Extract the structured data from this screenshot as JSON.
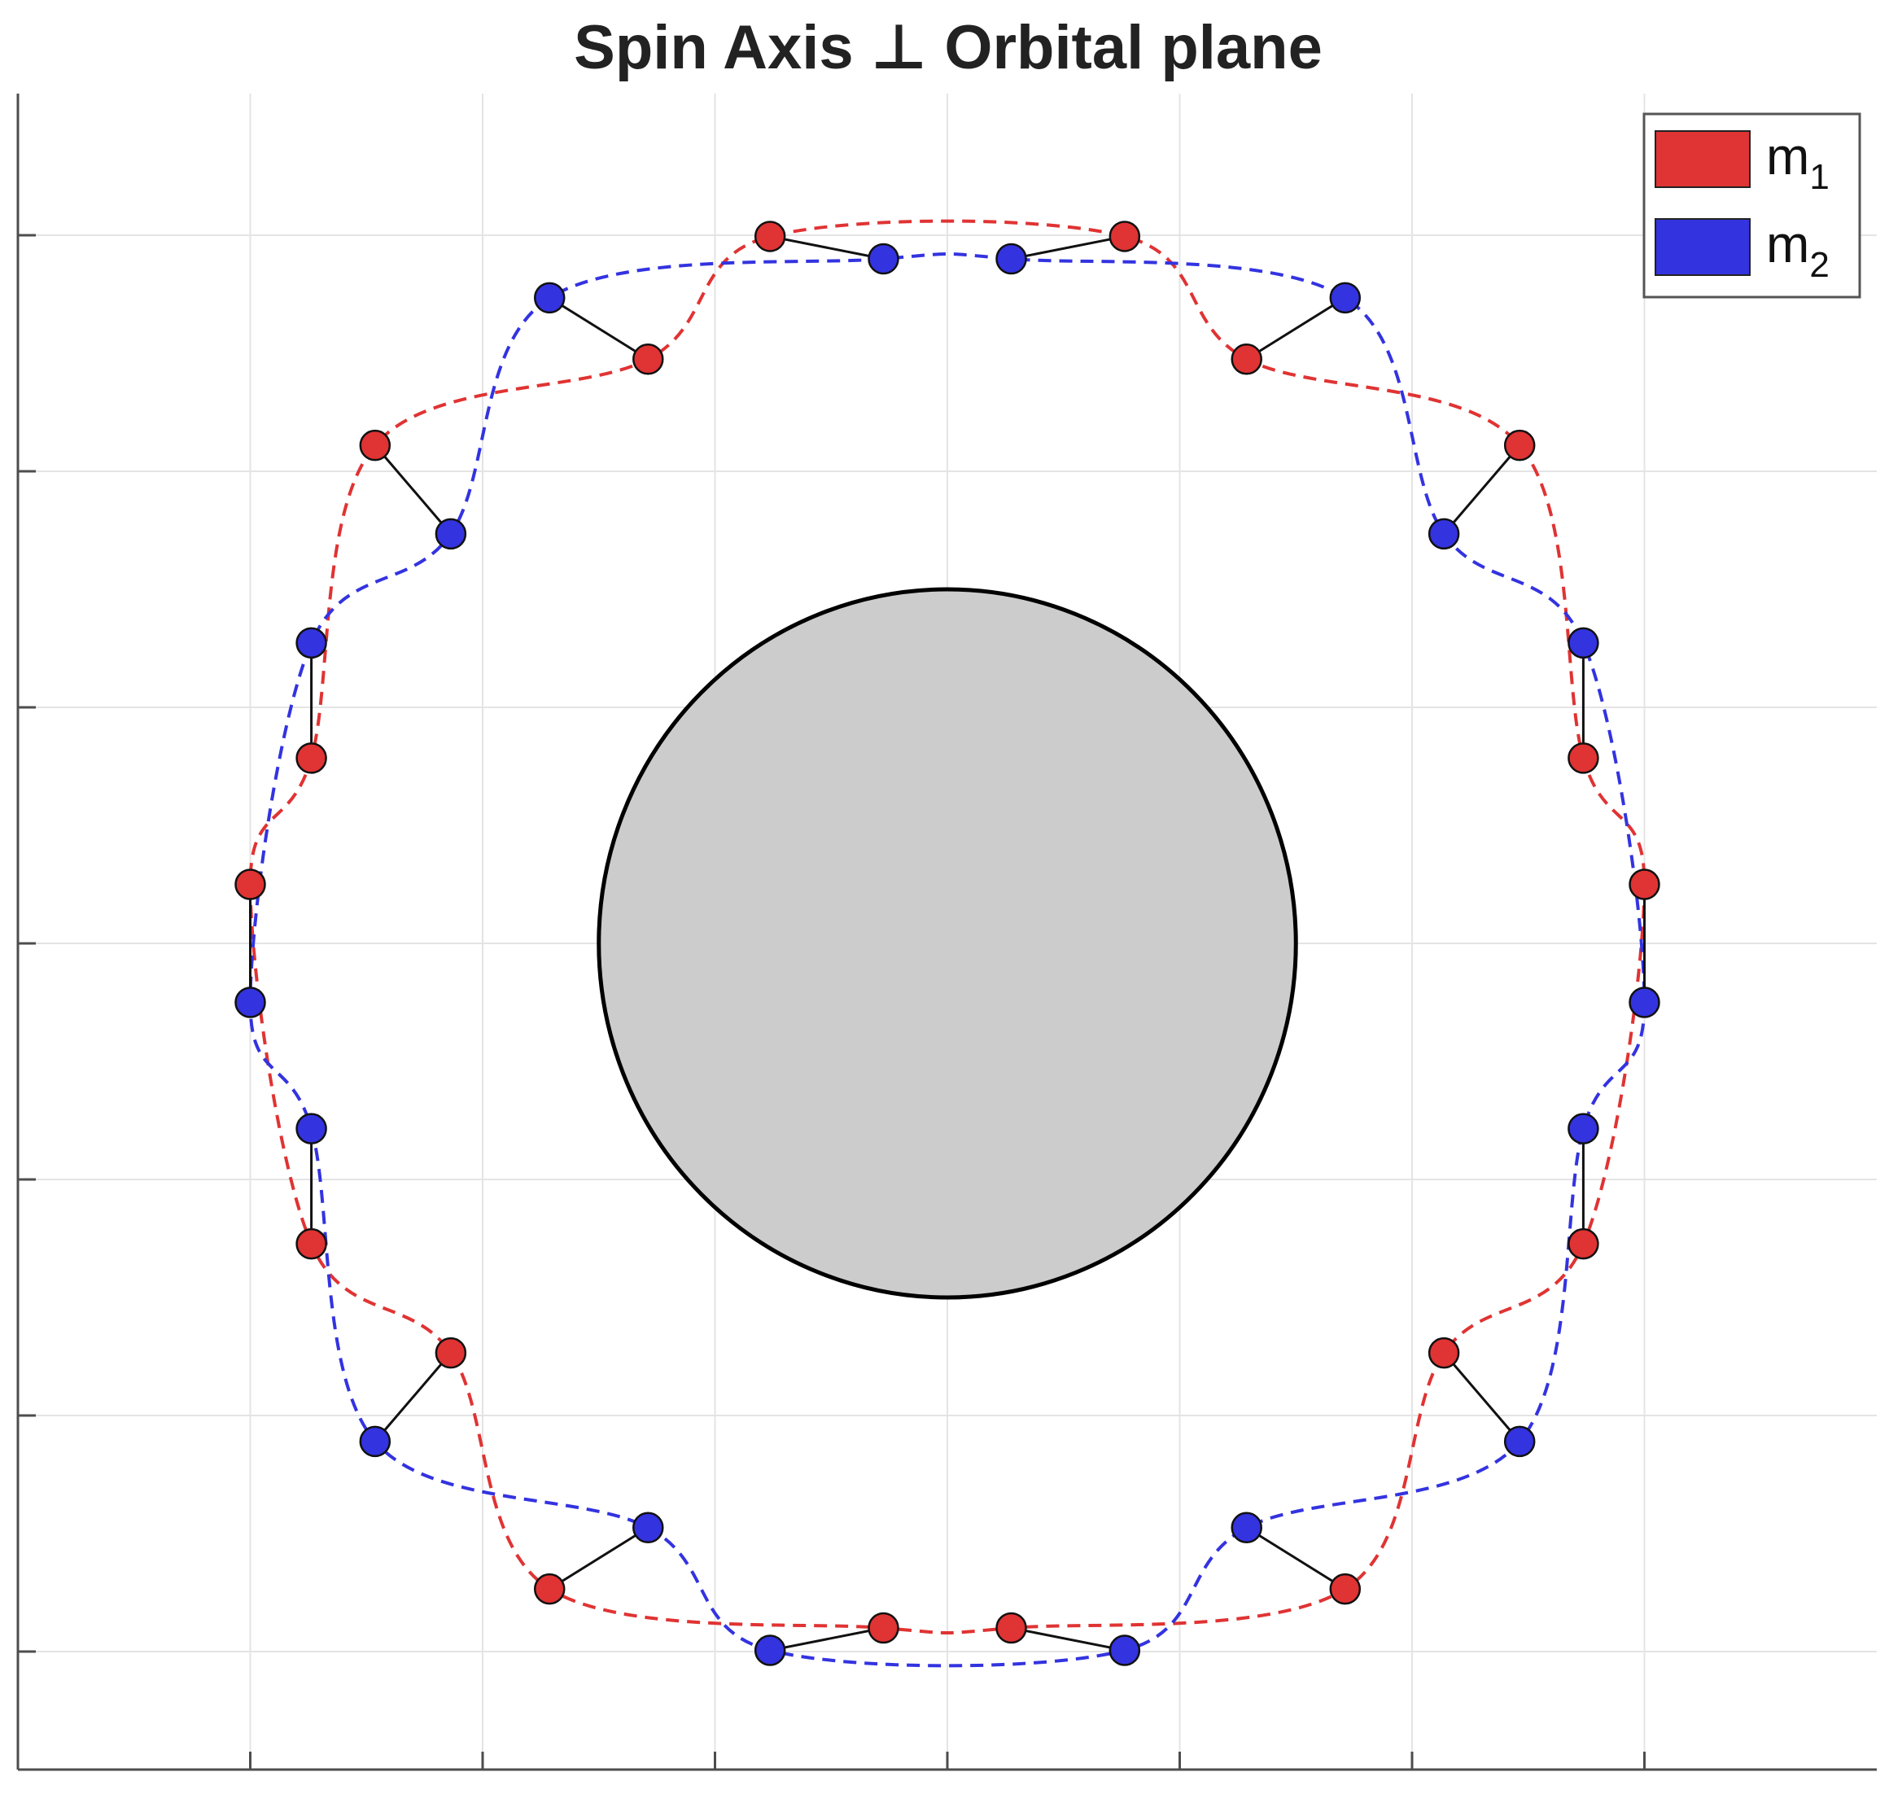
{
  "chart_data": {
    "type": "scatter",
    "title": "Spin Axis ⊥ Orbital plane",
    "xlabel": "",
    "ylabel": "",
    "xlim": [
      -4,
      4
    ],
    "ylim": [
      -3.5,
      3.6
    ],
    "xticks": [
      -3,
      -2,
      -1,
      0,
      1,
      2,
      3
    ],
    "yticks": [
      -3,
      -2,
      -1,
      0,
      1,
      2,
      3
    ],
    "grid": true,
    "tick_labels_shown": false,
    "legend": {
      "placement": "top-right",
      "entries": [
        {
          "base": "m",
          "sub": "1",
          "color": "#e03333"
        },
        {
          "base": "m",
          "sub": "2",
          "color": "#3333e0"
        }
      ]
    },
    "central_body": {
      "center": [
        0,
        0
      ],
      "radius": 1.5,
      "fill": "#cccccc",
      "stroke": "#000000"
    },
    "series": [
      {
        "name": "m1",
        "color": "#e03333",
        "points": [
          [
            3.0,
            0.25
          ],
          [
            2.737,
            -1.273
          ],
          [
            2.137,
            -1.735
          ],
          [
            1.712,
            -2.735
          ],
          [
            0.275,
            -2.9
          ],
          [
            -0.275,
            -2.9
          ],
          [
            -1.712,
            -2.735
          ],
          [
            -2.137,
            -1.735
          ],
          [
            -2.737,
            -1.273
          ],
          [
            -3.0,
            0.25
          ],
          [
            -2.737,
            0.785
          ],
          [
            -2.463,
            2.11
          ],
          [
            -1.288,
            2.475
          ],
          [
            -0.763,
            2.995
          ],
          [
            0.763,
            2.995
          ],
          [
            1.288,
            2.475
          ],
          [
            2.463,
            2.11
          ],
          [
            2.737,
            0.785
          ]
        ]
      },
      {
        "name": "m2",
        "color": "#3333e0",
        "points": [
          [
            3.0,
            -0.25
          ],
          [
            2.737,
            -0.785
          ],
          [
            2.463,
            -2.11
          ],
          [
            1.288,
            -2.475
          ],
          [
            0.763,
            -2.995
          ],
          [
            -0.763,
            -2.995
          ],
          [
            -1.288,
            -2.475
          ],
          [
            -2.463,
            -2.11
          ],
          [
            -2.737,
            -0.785
          ],
          [
            -3.0,
            -0.25
          ],
          [
            -2.737,
            1.273
          ],
          [
            -2.137,
            1.735
          ],
          [
            -1.712,
            2.735
          ],
          [
            -0.275,
            2.9
          ],
          [
            0.275,
            2.9
          ],
          [
            1.712,
            2.735
          ],
          [
            2.137,
            1.735
          ],
          [
            2.737,
            1.273
          ]
        ]
      }
    ]
  }
}
